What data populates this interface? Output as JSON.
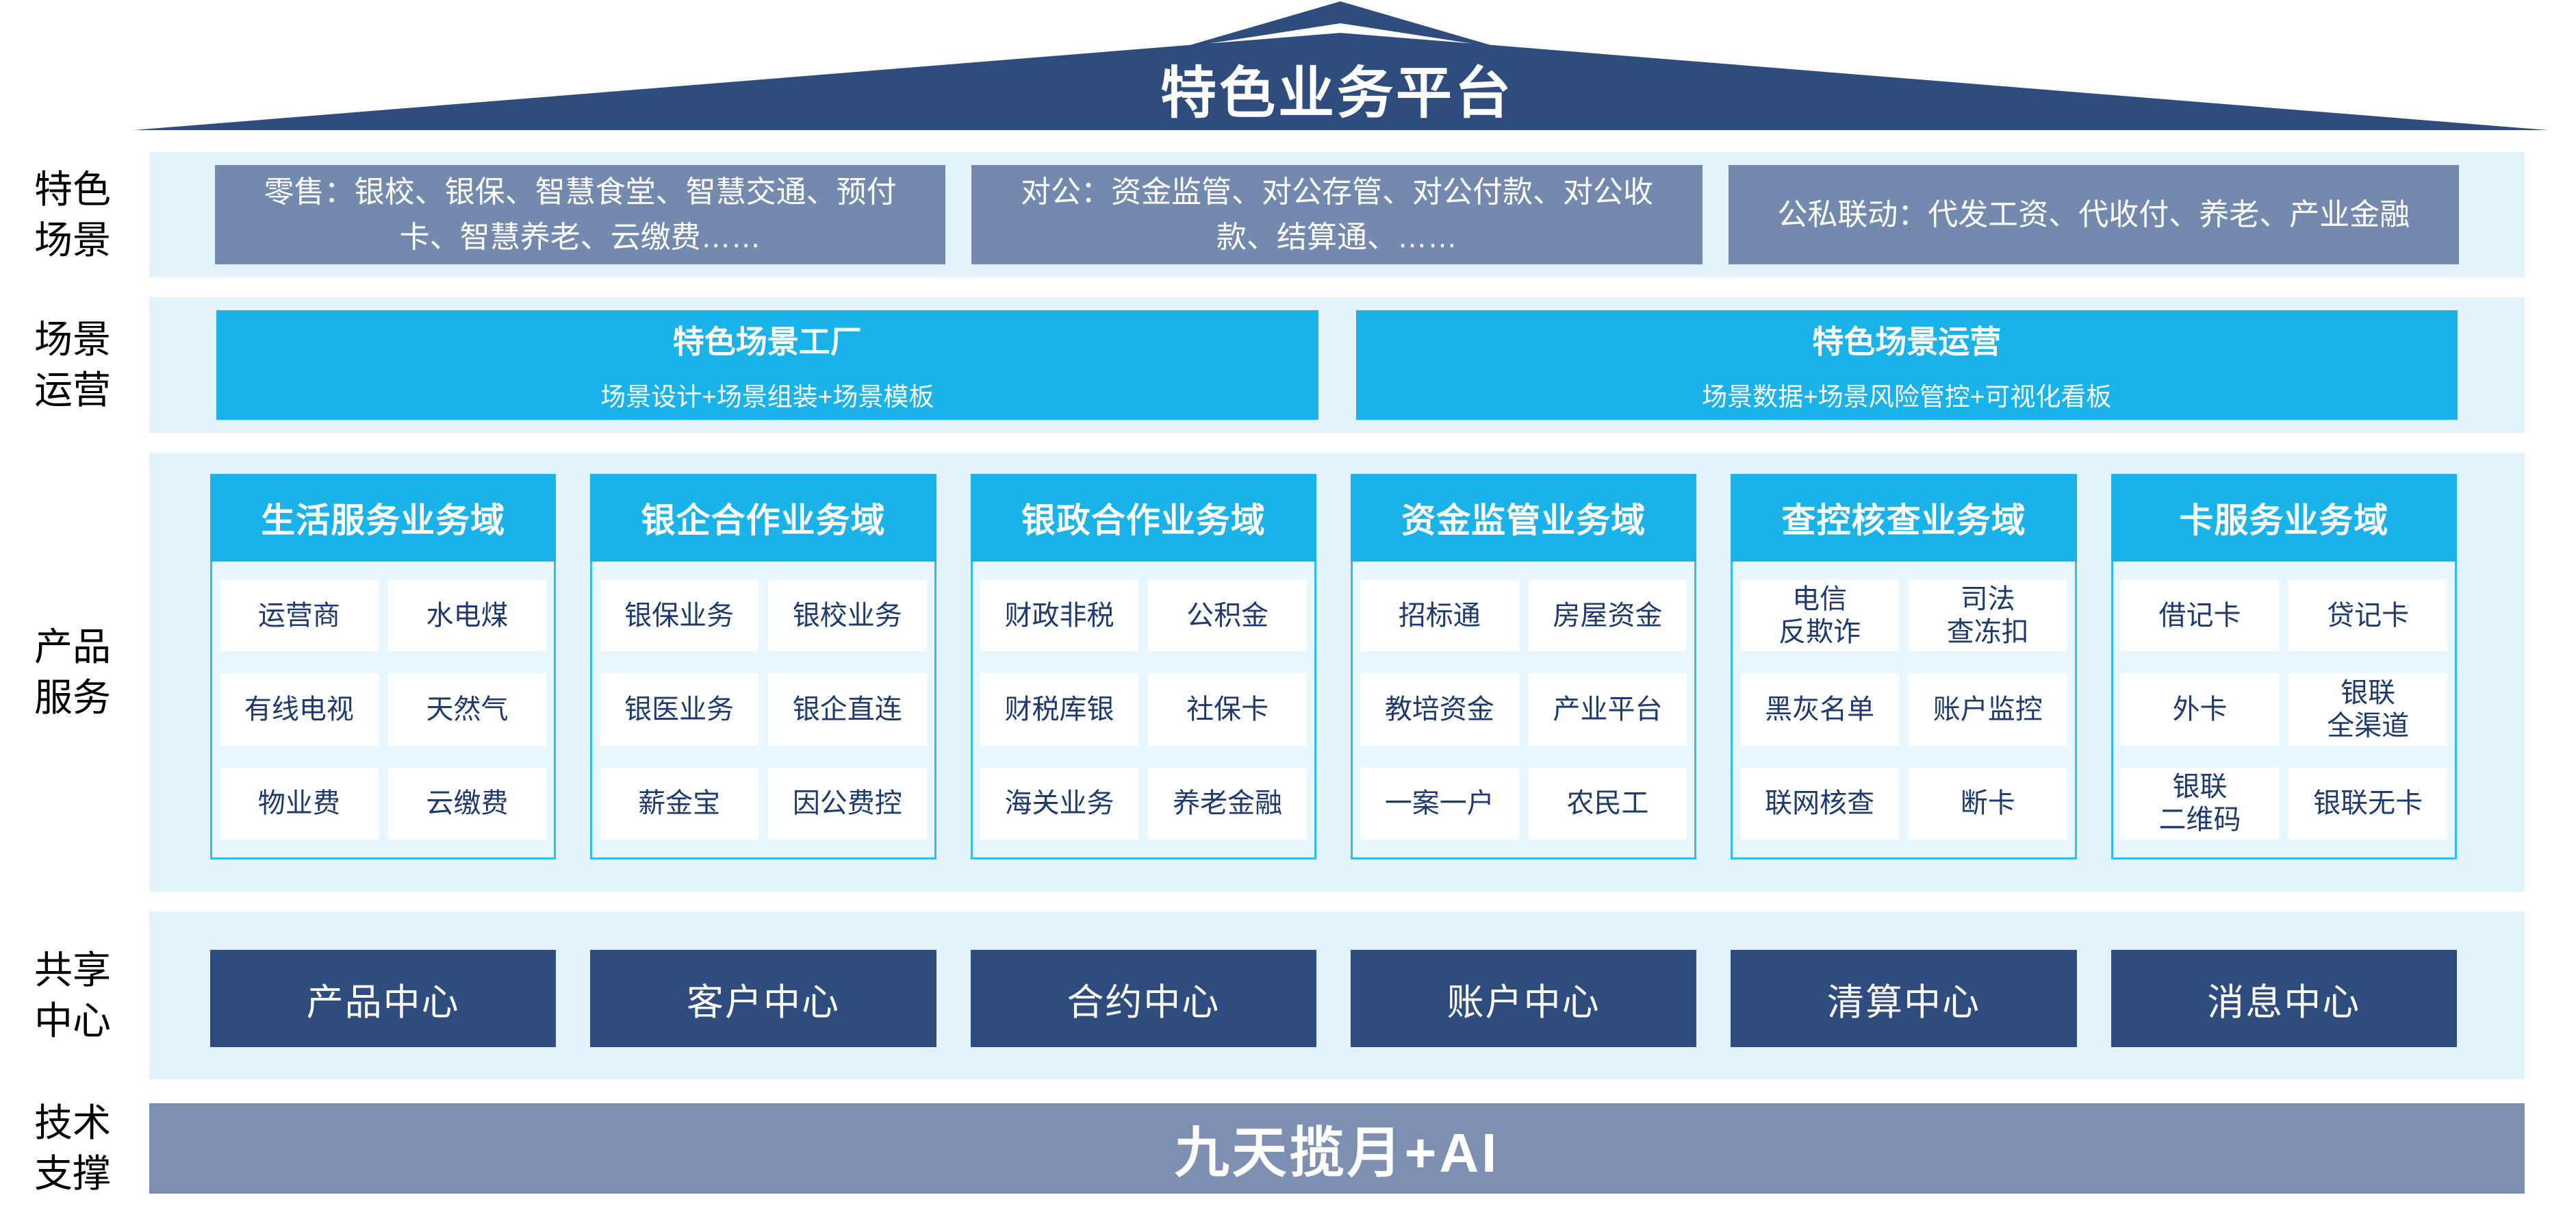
{
  "title": "特色业务平台",
  "colors": {
    "roof_navy": "#2F4C7E",
    "scene_steel": "#7389AD",
    "cyan": "#19B2E9",
    "panel_light": "#E3F3FB",
    "column_bg": "#E8F6FD",
    "cell_text_navy": "#1E3A6E",
    "tech_bar": "#7E90B1"
  },
  "left_labels": {
    "scenes": "特色\n场景",
    "operation": "场景\n运营",
    "products": "产品\n服务",
    "sharing": "共享\n中心",
    "tech": "技术\n支撑"
  },
  "scene_row": {
    "boxes": [
      "零售：银校、银保、智慧食堂、智慧交通、预付卡、智慧养老、云缴费……",
      "对公：资金监管、对公存管、对公付款、对公收款、结算通、……",
      "公私联动：代发工资、代收付、养老、产业金融"
    ]
  },
  "operation_row": {
    "boxes": [
      {
        "title": "特色场景工厂",
        "subtitle": "场景设计+场景组装+场景模板"
      },
      {
        "title": "特色场景运营",
        "subtitle": "场景数据+场景风险管控+可视化看板"
      }
    ]
  },
  "product_row": {
    "columns": [
      {
        "header": "生活服务业务域",
        "cells": [
          "运营商",
          "水电煤",
          "有线电视",
          "天然气",
          "物业费",
          "云缴费"
        ]
      },
      {
        "header": "银企合作业务域",
        "cells": [
          "银保业务",
          "银校业务",
          "银医业务",
          "银企直连",
          "薪金宝",
          "因公费控"
        ]
      },
      {
        "header": "银政合作业务域",
        "cells": [
          "财政非税",
          "公积金",
          "财税库银",
          "社保卡",
          "海关业务",
          "养老金融"
        ]
      },
      {
        "header": "资金监管业务域",
        "cells": [
          "招标通",
          "房屋资金",
          "教培资金",
          "产业平台",
          "一案一户",
          "农民工"
        ]
      },
      {
        "header": "查控核查业务域",
        "cells": [
          "电信\n反欺诈",
          "司法\n查冻扣",
          "黑灰名单",
          "账户监控",
          "联网核查",
          "断卡"
        ]
      },
      {
        "header": "卡服务业务域",
        "cells": [
          "借记卡",
          "贷记卡",
          "外卡",
          "银联\n全渠道",
          "银联\n二维码",
          "银联无卡"
        ]
      }
    ]
  },
  "sharing_row": {
    "centers": [
      "产品中心",
      "客户中心",
      "合约中心",
      "账户中心",
      "清算中心",
      "消息中心"
    ]
  },
  "tech_row": {
    "bar": "九天揽月+AI"
  }
}
